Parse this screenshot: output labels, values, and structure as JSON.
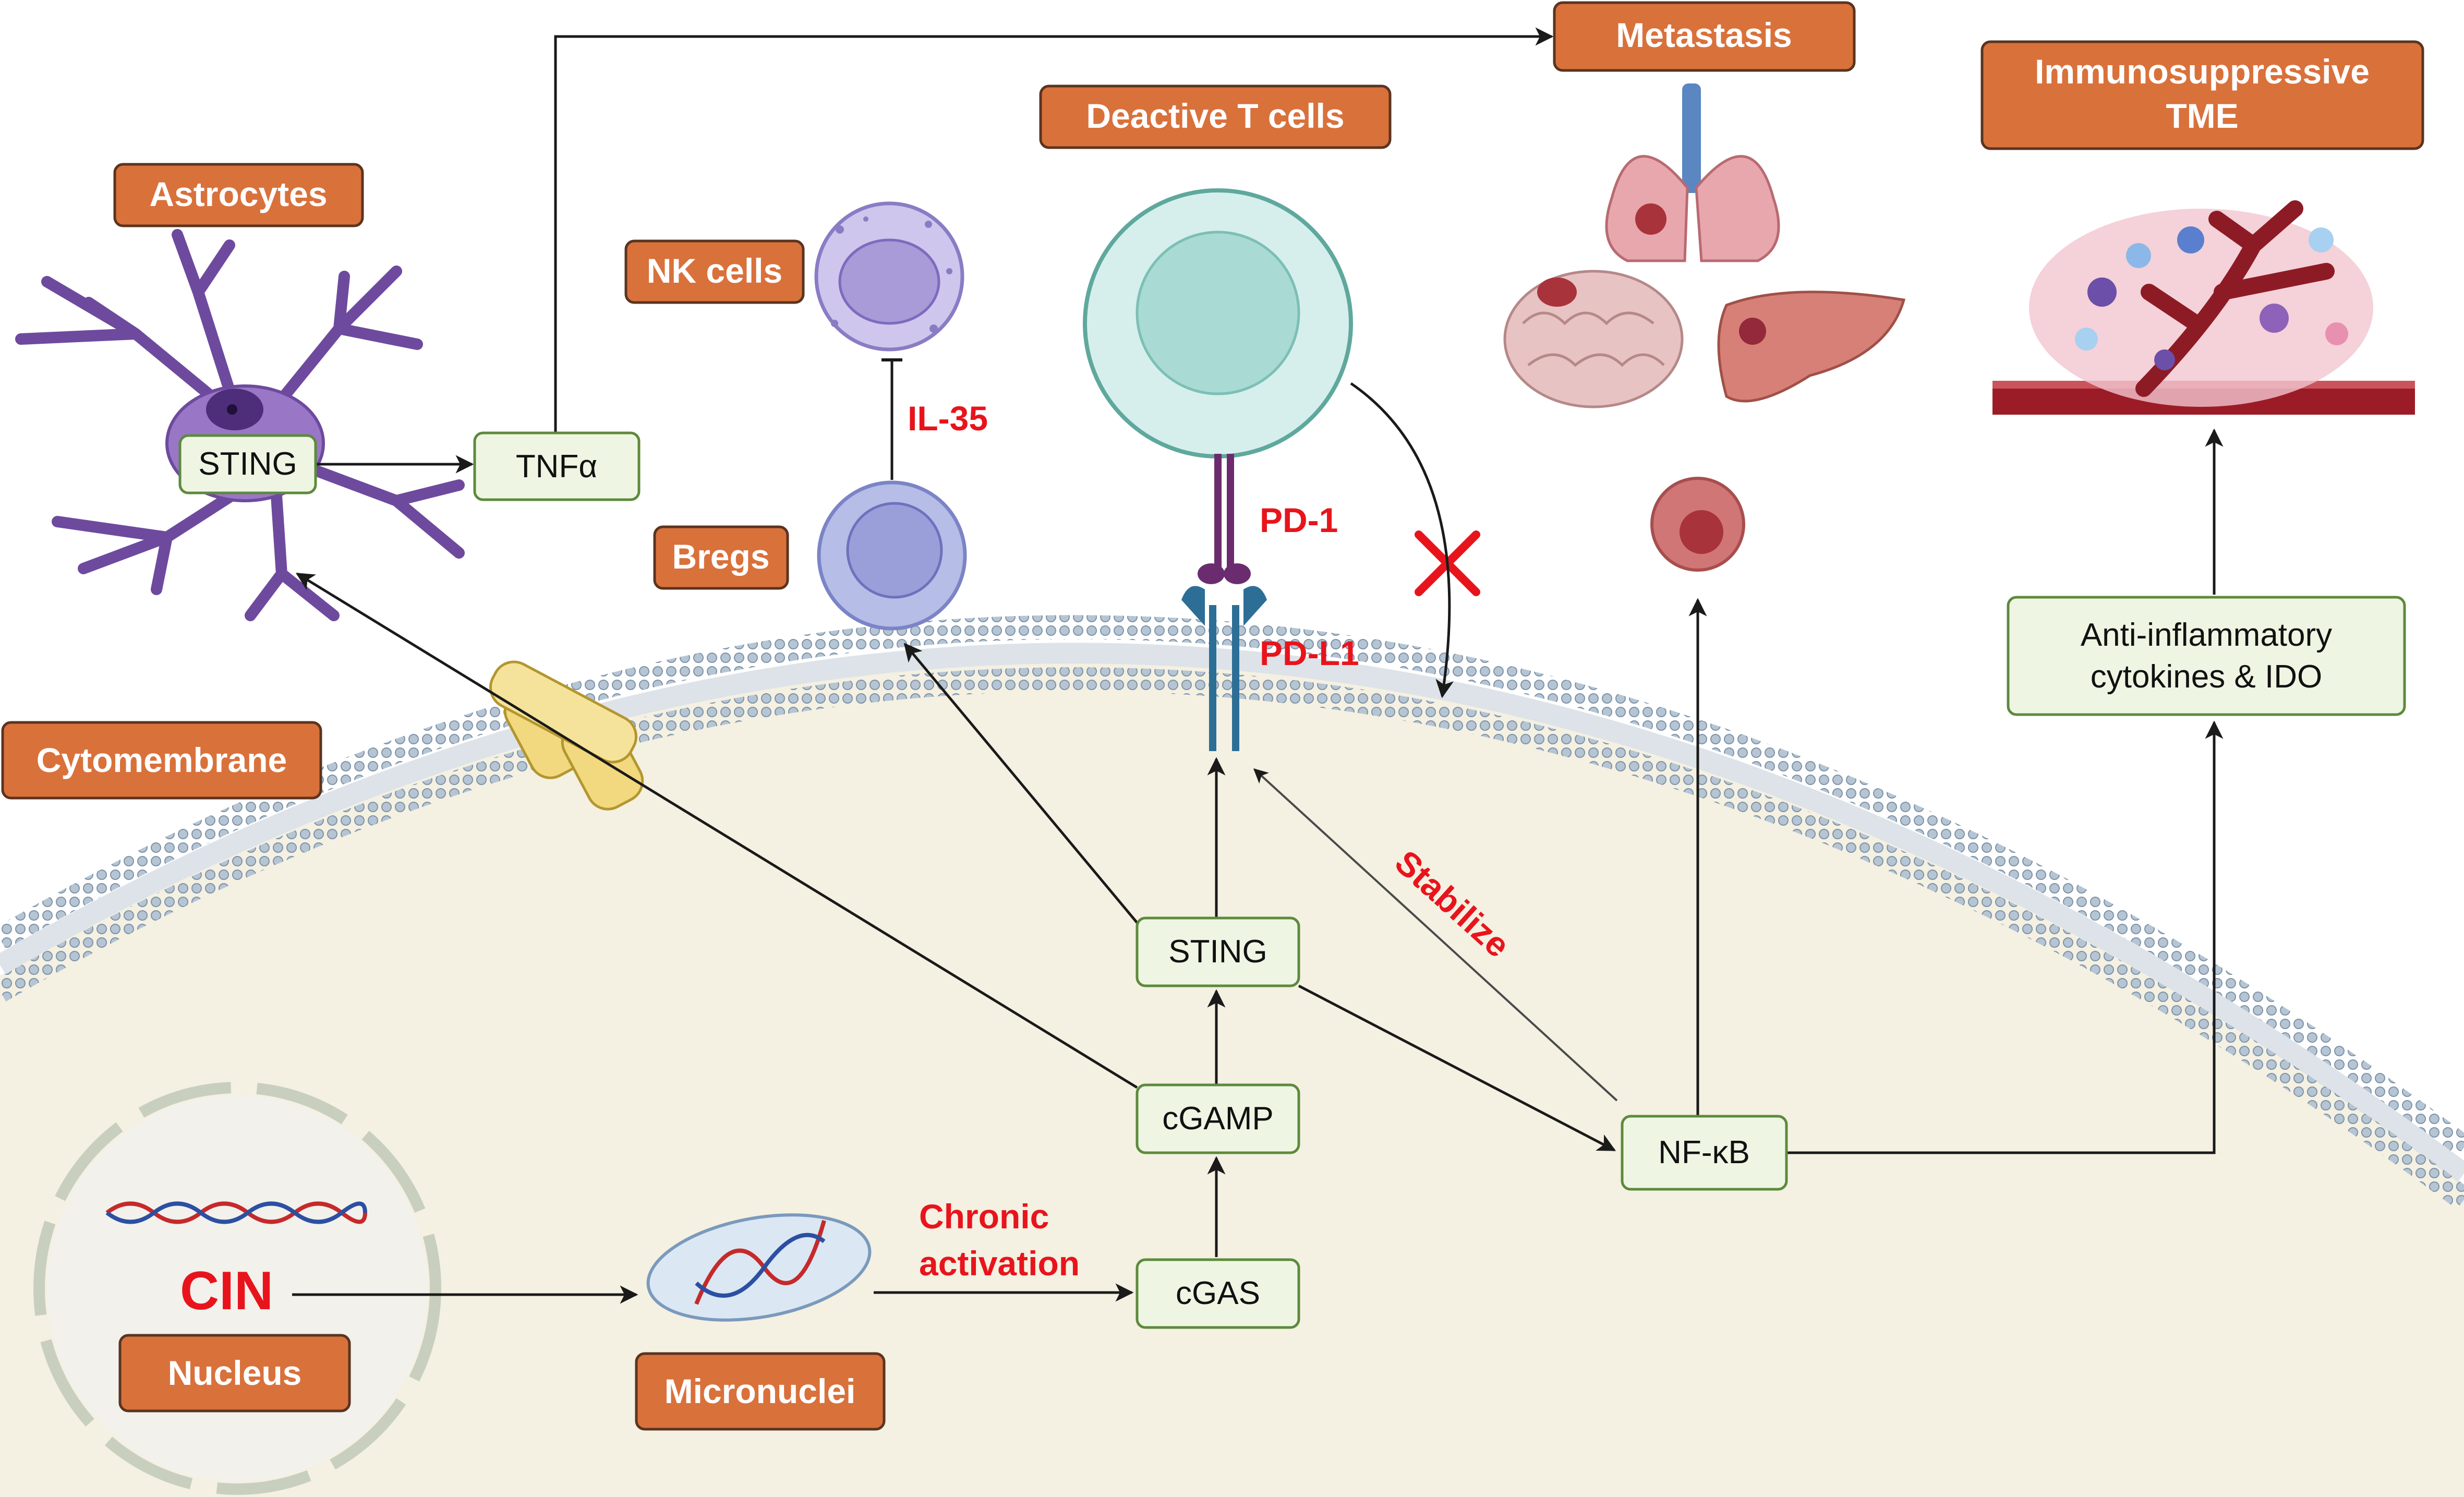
{
  "labels": {
    "astrocytes": "Astrocytes",
    "nk_cells": "NK cells",
    "bregs": "Bregs",
    "deactive_t_cells": "Deactive T cells",
    "metastasis": "Metastasis",
    "immunosuppressive_tme_line1": "Immunosuppressive",
    "immunosuppressive_tme_line2": "TME",
    "cytomembrane": "Cytomembrane",
    "nucleus": "Nucleus",
    "micronuclei": "Micronuclei"
  },
  "nodes": {
    "sting_astro": "STING",
    "tnfa": "TNFα",
    "sting": "STING",
    "cgamp": "cGAMP",
    "cgas": "cGAS",
    "nfkb": "NF-κB",
    "anti_inflam_line1": "Anti-inflammatory",
    "anti_inflam_line2": "cytokines & IDO"
  },
  "annotations": {
    "il35": "IL-35",
    "pd1": "PD-1",
    "pdl1": "PD-L1",
    "stabilize": "Stabilize",
    "chronic_line1": "Chronic",
    "chronic_line2": "activation",
    "cin": "CIN"
  },
  "colors": {
    "orange_box": "#d9713b",
    "green_box": "#eef6e3",
    "red_text": "#e8141c",
    "cytoplasm": "#f4f0e2",
    "membrane": "#9fb2c4"
  }
}
